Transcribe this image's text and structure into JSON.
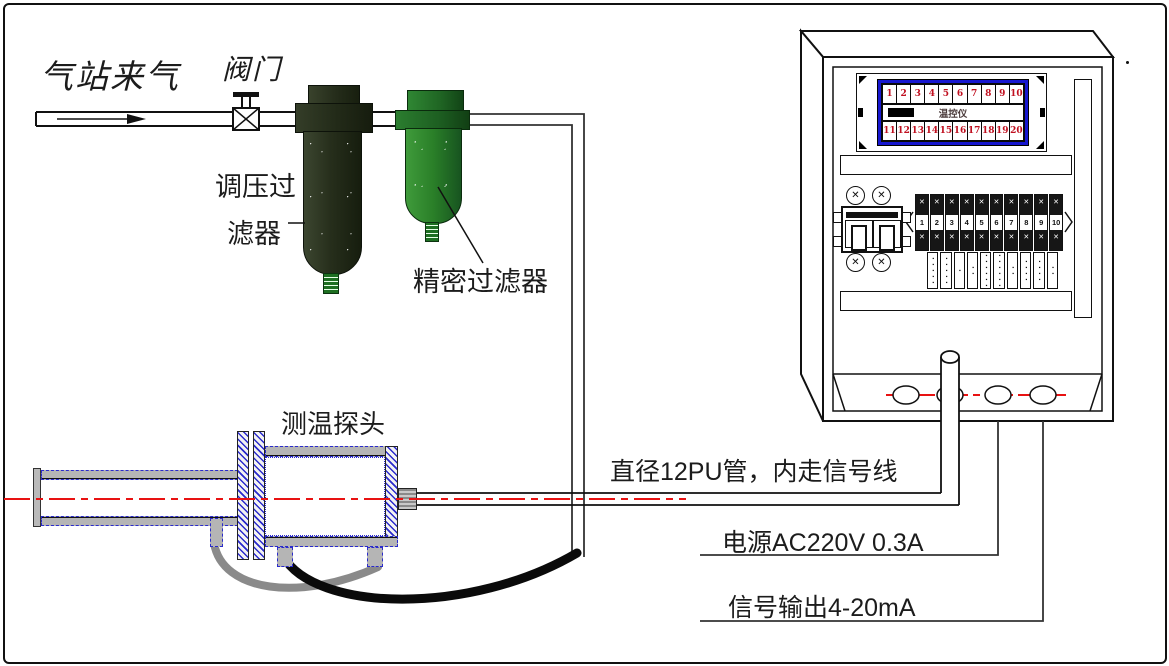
{
  "labels": {
    "gas_source": "气站来气",
    "valve": "阀门",
    "regulator_filter_l1": "调压过",
    "regulator_filter_l2": "滤器",
    "precision_filter": "精密过滤器",
    "temp_probe": "测温探头",
    "pu_tube": "直径12PU管，内走信号线",
    "power": "电源AC220V 0.3A",
    "signal_output": "信号输出4-20mA"
  },
  "cabinet": {
    "display": {
      "title": "温控仪",
      "top_row": [
        "1",
        "2",
        "3",
        "4",
        "5",
        "6",
        "7",
        "8",
        "9",
        "10"
      ],
      "bottom_row": [
        "11",
        "12",
        "13",
        "14",
        "15",
        "16",
        "17",
        "18",
        "19",
        "20"
      ]
    },
    "screw_glyph": "✕",
    "terminal_numbers": [
      "1",
      "2",
      "3",
      "4",
      "5",
      "6",
      "7",
      "8",
      "9",
      "10"
    ],
    "terminal_tags": [
      "▪▪▪▪▪",
      "▪▪▪▪▪",
      "▪",
      "▪▪",
      "▪▪▪▪▪▪",
      "▪▪▪▪▪▪",
      "▪▪",
      "▪▪▪▪",
      "▪▪▪▪",
      "▪▪"
    ]
  },
  "colors": {
    "centerline_red": "#e81212",
    "display_blue": "#1717cf",
    "digit_red": "#c01020",
    "hatch_blue": "#2a2acc",
    "filter_dark_green": "#272f1c",
    "filter_green": "#2a7f28"
  }
}
